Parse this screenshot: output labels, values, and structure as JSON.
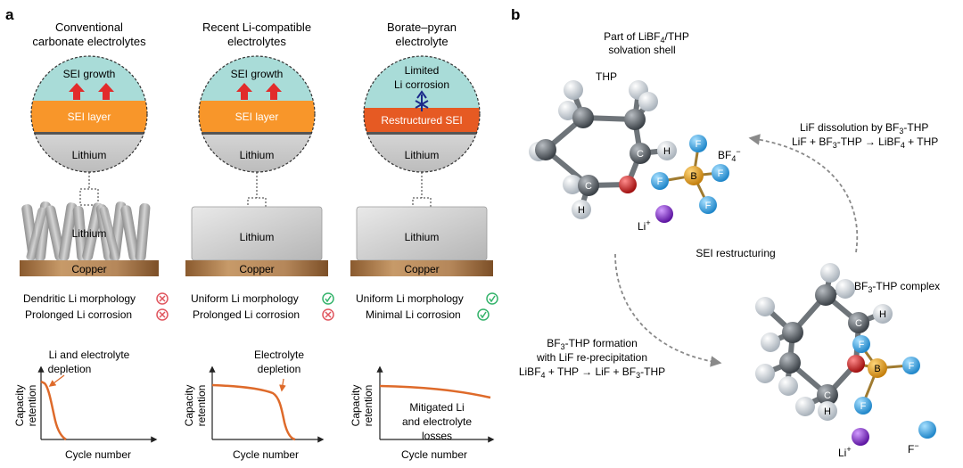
{
  "panel_a": {
    "letter": "a",
    "columns": [
      {
        "title_1": "Conventional",
        "title_2": "carbonate electrolytes",
        "zoom_top": "SEI growth",
        "zoom_mid": "SEI layer",
        "zoom_bottom": "Lithium",
        "block_label": "Lithium",
        "substrate": "Copper",
        "outcome_1": "Dendritic Li morphology",
        "outcome_1_status": "bad",
        "outcome_2": "Prolonged Li corrosion",
        "outcome_2_status": "bad",
        "annotation_1": "Li and electrolyte",
        "annotation_2": "depletion",
        "ylabel_1": "Capacity",
        "ylabel_2": "retention",
        "xlabel": "Cycle number"
      },
      {
        "title_1": "Recent Li-compatible",
        "title_2": "electrolytes",
        "zoom_top": "SEI growth",
        "zoom_mid": "SEI layer",
        "zoom_bottom": "Lithium",
        "block_label": "Lithium",
        "substrate": "Copper",
        "outcome_1": "Uniform Li morphology",
        "outcome_1_status": "good",
        "outcome_2": "Prolonged Li corrosion",
        "outcome_2_status": "bad",
        "annotation_1": "Electrolyte",
        "annotation_2": "depletion",
        "ylabel_1": "Capacity",
        "ylabel_2": "retention",
        "xlabel": "Cycle number"
      },
      {
        "title_1": "Borate–pyran",
        "title_2": "electrolyte",
        "zoom_top_1": "Limited",
        "zoom_top_2": "Li corrosion",
        "zoom_mid": "Restructured SEI",
        "zoom_bottom": "Lithium",
        "block_label": "Lithium",
        "substrate": "Copper",
        "outcome_1": "Uniform Li morphology",
        "outcome_1_status": "good",
        "outcome_2": "Minimal Li corrosion",
        "outcome_2_status": "good",
        "annotation_1": "Mitigated Li",
        "annotation_2": "and electrolyte",
        "annotation_3": "losses",
        "ylabel_1": "Capacity",
        "ylabel_2": "retention",
        "xlabel": "Cycle number"
      }
    ]
  },
  "panel_b": {
    "letter": "b",
    "top_title_1": "Part of LiBF",
    "top_title_1_sub": "4",
    "top_title_1_end": "/THP",
    "top_title_2": "solvation shell",
    "thp_label": "THP",
    "anion_label": "BF",
    "anion_sub": "4",
    "anion_sup": "−",
    "li_ion_label": "Li",
    "li_ion_sup": "+",
    "center_label": "SEI restructuring",
    "dissolution_1": "LiF dissolution by BF",
    "dissolution_1_sub": "3",
    "dissolution_1_end": "-THP",
    "dissolution_2_a": "LiF + BF",
    "dissolution_2_sub1": "3",
    "dissolution_2_b": "-THP → LiBF",
    "dissolution_2_sub2": "4",
    "dissolution_2_c": " + THP",
    "complex_label": "BF",
    "complex_sub": "3",
    "complex_end": "-THP complex",
    "formation_1": "BF",
    "formation_1_sub": "3",
    "formation_1_end": "-THP formation",
    "formation_2": "with LiF re-precipitation",
    "formation_3_a": "LiBF",
    "formation_3_sub1": "4",
    "formation_3_b": " + THP → LiF + BF",
    "formation_3_sub2": "3",
    "formation_3_c": "-THP",
    "fluoride_label": "F",
    "fluoride_sup": "−",
    "atom_c": "C",
    "atom_h": "H",
    "atom_b": "B",
    "atom_f": "F"
  },
  "colors": {
    "electrolyte": "#a9dcd8",
    "sei_orange": "#f8962a",
    "sei_restructured": "#e65a23",
    "lithium": "#c9c9c9",
    "copper": "#a8784a",
    "arrow_red": "#e22b2b",
    "curve": "#de6a2a",
    "bad": "#e0555e",
    "good": "#34b36b",
    "carbon": "#6e7479",
    "oxygen": "#d41b1b",
    "boron": "#e6a21c",
    "fluorine": "#38a8e8",
    "lithium_atom": "#8a2ad8"
  }
}
